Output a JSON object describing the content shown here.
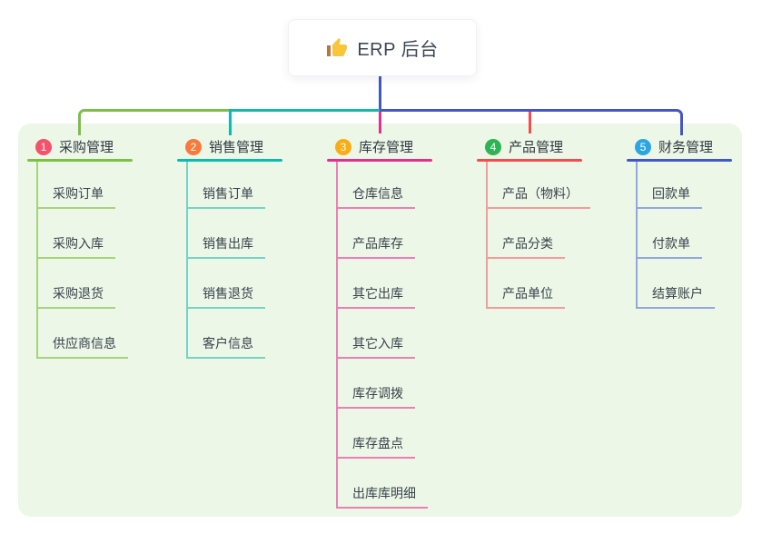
{
  "root": {
    "title": "ERP 后台",
    "icon": "thumb-up-icon"
  },
  "colors": {
    "root_line": "#4356c7",
    "panel_bg": "#ecf7e7"
  },
  "branches": [
    {
      "index": "1",
      "label": "采购管理",
      "badge_color": "#f4516c",
      "line_color": "#7ac143",
      "light_color": "#a6d37c",
      "items": [
        "采购订单",
        "采购入库",
        "采购退货",
        "供应商信息"
      ]
    },
    {
      "index": "2",
      "label": "销售管理",
      "badge_color": "#f8793b",
      "line_color": "#0fb9ab",
      "light_color": "#74d4c6",
      "items": [
        "销售订单",
        "销售出库",
        "销售退货",
        "客户信息"
      ]
    },
    {
      "index": "3",
      "label": "库存管理",
      "badge_color": "#f9ad14",
      "line_color": "#e0318e",
      "light_color": "#ee7fb5",
      "items": [
        "仓库信息",
        "产品库存",
        "其它出库",
        "其它入库",
        "库存调拨",
        "库存盘点",
        "出库库明细"
      ]
    },
    {
      "index": "4",
      "label": "产品管理",
      "badge_color": "#2db453",
      "line_color": "#f8494f",
      "light_color": "#f69b9b",
      "items": [
        "产品（物料）",
        "产品分类",
        "产品单位"
      ]
    },
    {
      "index": "5",
      "label": "财务管理",
      "badge_color": "#2ca6e0",
      "line_color": "#4356c7",
      "light_color": "#93a7de",
      "items": [
        "回款单",
        "付款单",
        "结算账户"
      ]
    }
  ]
}
